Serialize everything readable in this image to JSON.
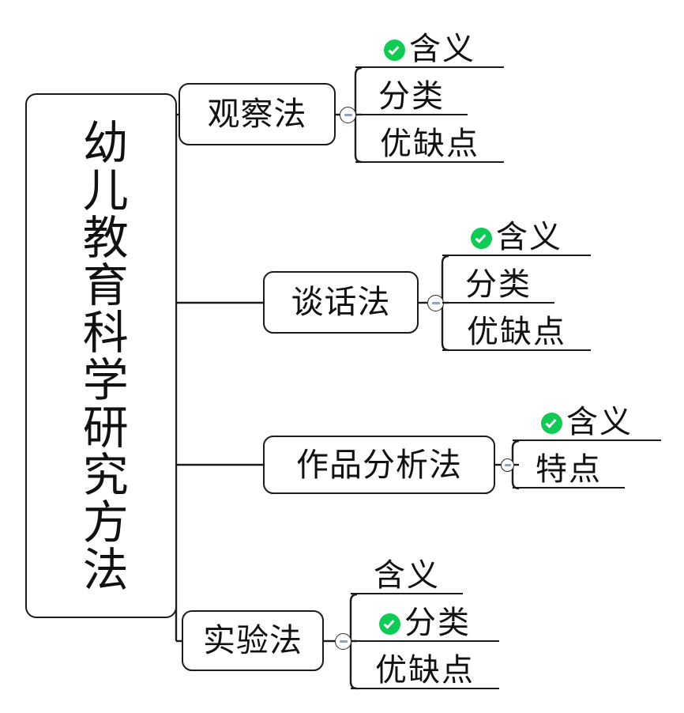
{
  "diagram": {
    "type": "mind-map",
    "title": "幼儿教育科学研究方法",
    "accent_color": "#0ecb53",
    "line_color": "#1b1b1b",
    "background": "#ffffff",
    "toggle_color": "#93a0bd"
  },
  "root": {
    "label": "幼儿教育科学研究方法",
    "orientation": "vertical"
  },
  "branches": [
    {
      "label": "观察法",
      "toggle": "collapse-minus",
      "leaves": [
        {
          "label": "含义",
          "checked": true
        },
        {
          "label": "分类",
          "checked": false
        },
        {
          "label": "优缺点",
          "checked": false
        }
      ]
    },
    {
      "label": "谈话法",
      "toggle": "collapse-minus",
      "leaves": [
        {
          "label": "含义",
          "checked": true
        },
        {
          "label": "分类",
          "checked": false
        },
        {
          "label": "优缺点",
          "checked": false
        }
      ]
    },
    {
      "label": "作品分析法",
      "toggle": "collapse-minus",
      "leaves": [
        {
          "label": "含义",
          "checked": true
        },
        {
          "label": "特点",
          "checked": false
        }
      ]
    },
    {
      "label": "实验法",
      "toggle": "collapse-minus",
      "leaves": [
        {
          "label": "含义",
          "checked": false
        },
        {
          "label": "分类",
          "checked": true
        },
        {
          "label": "优缺点",
          "checked": false
        }
      ]
    }
  ]
}
